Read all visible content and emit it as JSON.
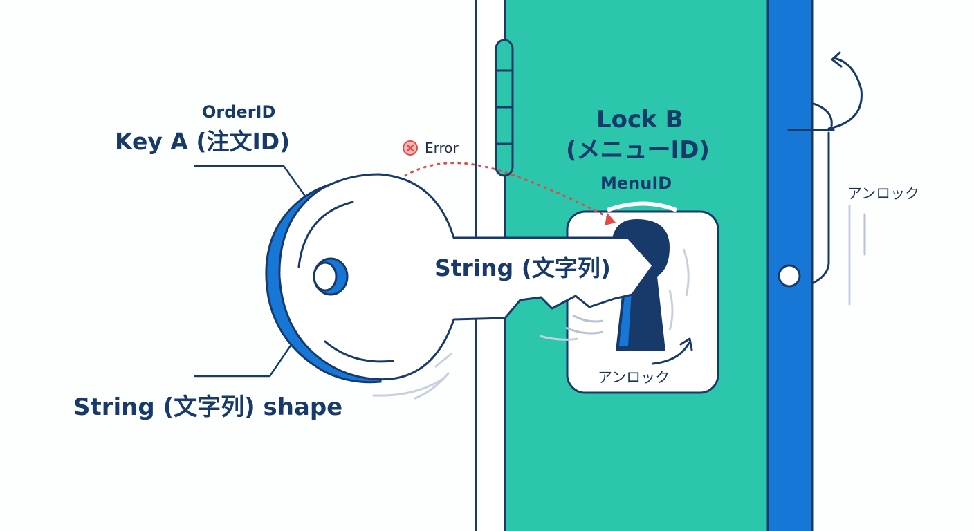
{
  "key": {
    "name_en": "OrderID",
    "label": "Key A (注文ID)",
    "type_label": "String (文字列)",
    "shape_label": "String (文字列) shape"
  },
  "lock": {
    "label_line1": "Lock B",
    "label_line2": "(メニューID)",
    "name_en": "MenuID",
    "unlock_label": "アンロック"
  },
  "door": {
    "unlock_label": "アンロック"
  },
  "error": {
    "label": "Error",
    "icon": "error-x-circle-icon"
  },
  "colors": {
    "navy": "#183a6b",
    "door_green": "#2cc6ad",
    "door_blue": "#1677d6",
    "error_red": "#e04a4a"
  }
}
